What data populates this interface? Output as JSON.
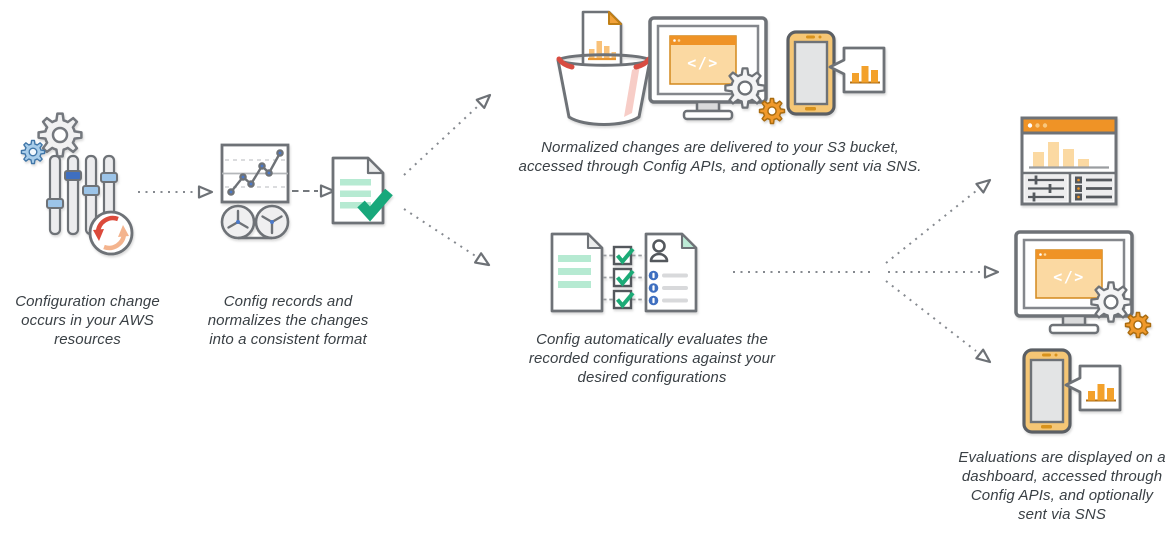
{
  "diagram": {
    "type": "flow-diagram",
    "steps": [
      {
        "id": "config-change",
        "icon": "gears-sliders-refresh-icon",
        "lines": [
          "Configuration change",
          "occurs in your AWS",
          "resources"
        ]
      },
      {
        "id": "config-records",
        "icon": "record-reels-chart-icon",
        "lines": [
          "Config records and",
          "normalizes the changes",
          "into a consistent format"
        ]
      },
      {
        "id": "normalized-document",
        "icon": "document-checkmark-icon",
        "lines": []
      },
      {
        "id": "s3-delivery",
        "icons": [
          "s3-bucket-report-icon",
          "monitor-code-gears-icon",
          "phone-chart-notification-icon"
        ],
        "lines": [
          "Normalized changes are delivered to your S3 bucket,",
          "accessed through Config APIs, and optionally sent via SNS."
        ]
      },
      {
        "id": "evaluation",
        "icons": [
          "recorded-config-document-icon",
          "checklist-icon",
          "rules-document-icon"
        ],
        "lines": [
          "Config automatically evaluates the",
          "recorded configurations against your",
          "desired configurations"
        ]
      },
      {
        "id": "outputs",
        "icons": [
          "dashboard-icon",
          "monitor-code-gears-icon",
          "phone-chart-notification-icon"
        ],
        "lines": [
          "Evaluations are displayed on a",
          "dashboard, accessed through",
          "Config APIs, and optionally",
          "sent via SNS"
        ]
      }
    ],
    "colors": {
      "outline": "#6e7277",
      "orange": "#ef9326",
      "orange_light": "#fbd9a2",
      "green": "#18a87b",
      "green_light": "#b6ead2",
      "blue": "#3f6fc0",
      "blue_light": "#9cc4e8",
      "red": "#dc4a3b",
      "caption_text": "#3a4045"
    }
  }
}
